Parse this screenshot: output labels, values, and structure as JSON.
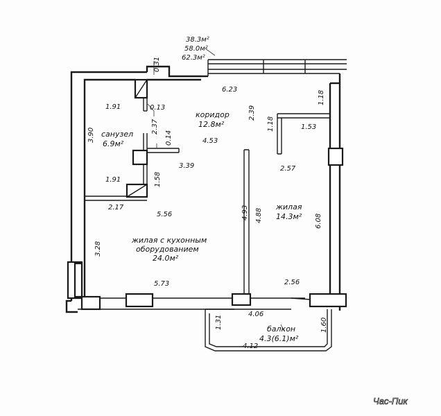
{
  "areas": {
    "line1": "38.3м²",
    "line2": "58.0м²",
    "line3": "62.3м²"
  },
  "rooms": {
    "corridor": {
      "name": "коридор",
      "area": "12.8м²"
    },
    "bathroom": {
      "name": "санузел",
      "area": "6.9м²"
    },
    "living_kitchen": {
      "name_line1": "жилая с кухонным",
      "name_line2": "оборудованием",
      "area": "24.0м²"
    },
    "living": {
      "name": "жилая",
      "area": "14.3м²"
    },
    "balcony": {
      "name": "балкон",
      "area": "4.3(6.1)м²"
    }
  },
  "dimensions": {
    "d031": "0.31",
    "d623": "6.23",
    "d118a": "1.18",
    "d191a": "1.91",
    "d013": "0.13",
    "d239": "2.39",
    "d237": "2.37",
    "d118b": "1.18",
    "d153": "1.53",
    "d390": "3.90",
    "d014": "0.14",
    "d453": "4.53",
    "d339": "3.39",
    "d257": "2.57",
    "d191b": "1.91",
    "d158": "1.58",
    "d217": "2.17",
    "d556": "5.56",
    "d493": "4.93",
    "d488": "4.88",
    "d608": "6.08",
    "d328": "3.28",
    "d573": "5.73",
    "d256": "2.56",
    "d406": "4.06",
    "d131": "1.31",
    "d160": "1.60",
    "d412": "4.12"
  },
  "watermark": "Час-Пик"
}
